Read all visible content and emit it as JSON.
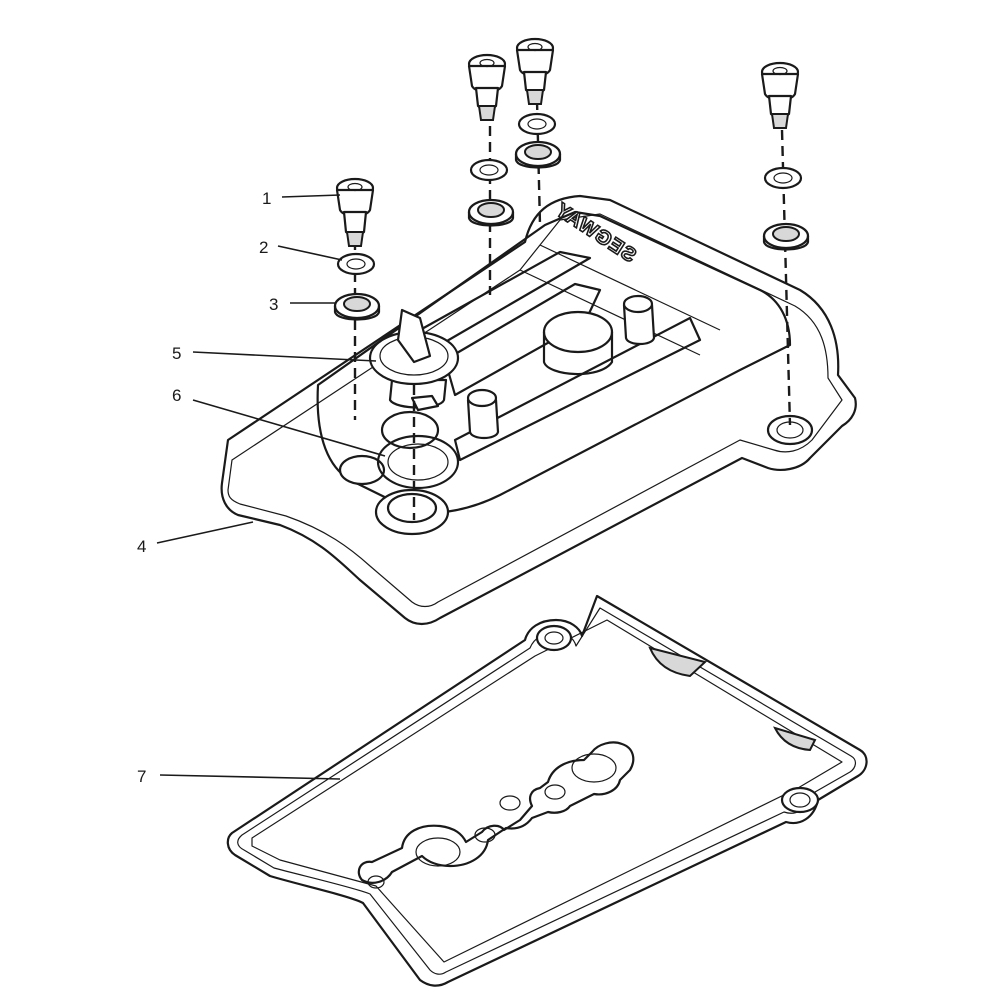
{
  "brand_text": "SEGWAY",
  "callouts": [
    {
      "id": "1",
      "label": "1"
    },
    {
      "id": "2",
      "label": "2"
    },
    {
      "id": "3",
      "label": "3"
    },
    {
      "id": "4",
      "label": "4"
    },
    {
      "id": "5",
      "label": "5"
    },
    {
      "id": "6",
      "label": "6"
    },
    {
      "id": "7",
      "label": "7"
    }
  ]
}
